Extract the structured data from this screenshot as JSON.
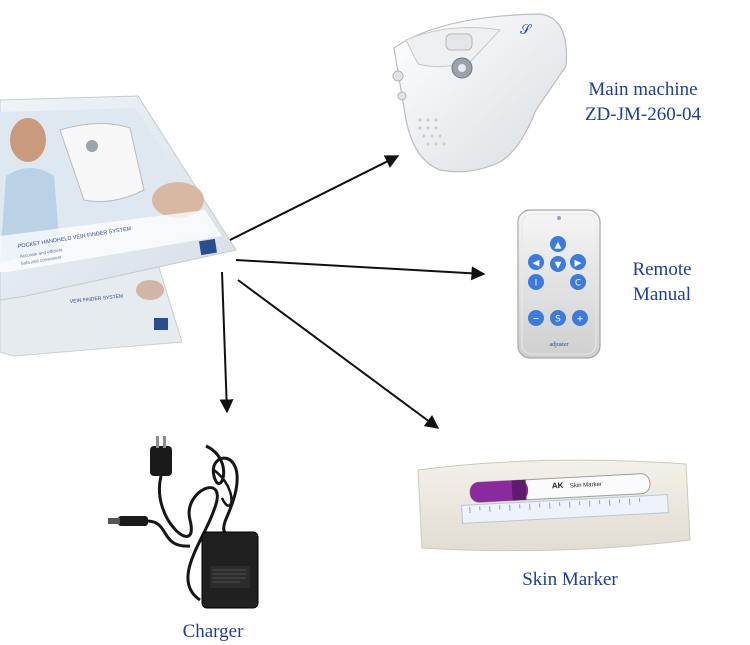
{
  "labels": {
    "main_machine_line1": "Main machine",
    "main_machine_line2": "ZD-JM-260-04",
    "remote_line1": "Remote",
    "remote_line2": "Manual",
    "skin_marker": "Skin Marker",
    "charger": "Charger"
  },
  "box": {
    "product_name": "POCKET HANDHELD VEIN FINDER SYSTEM",
    "tagline_1": "Accurate and efficient",
    "tagline_2": "Safe and convenient",
    "back_product_name": "VEIN FINDER SYSTEM"
  },
  "remote": {
    "brand": "adjuster",
    "buttons": [
      "▲",
      "◀",
      "▼",
      "▶",
      "I",
      "C",
      "−",
      "S",
      "+"
    ]
  },
  "marker": {
    "brand_logo": "AK",
    "product": "Skin Marker"
  },
  "colors": {
    "label_blue": "#1d3fa0",
    "remote_button_blue": "#3b7be0",
    "marker_cap_purple": "#8a2a9c",
    "arrow": "#111111"
  }
}
